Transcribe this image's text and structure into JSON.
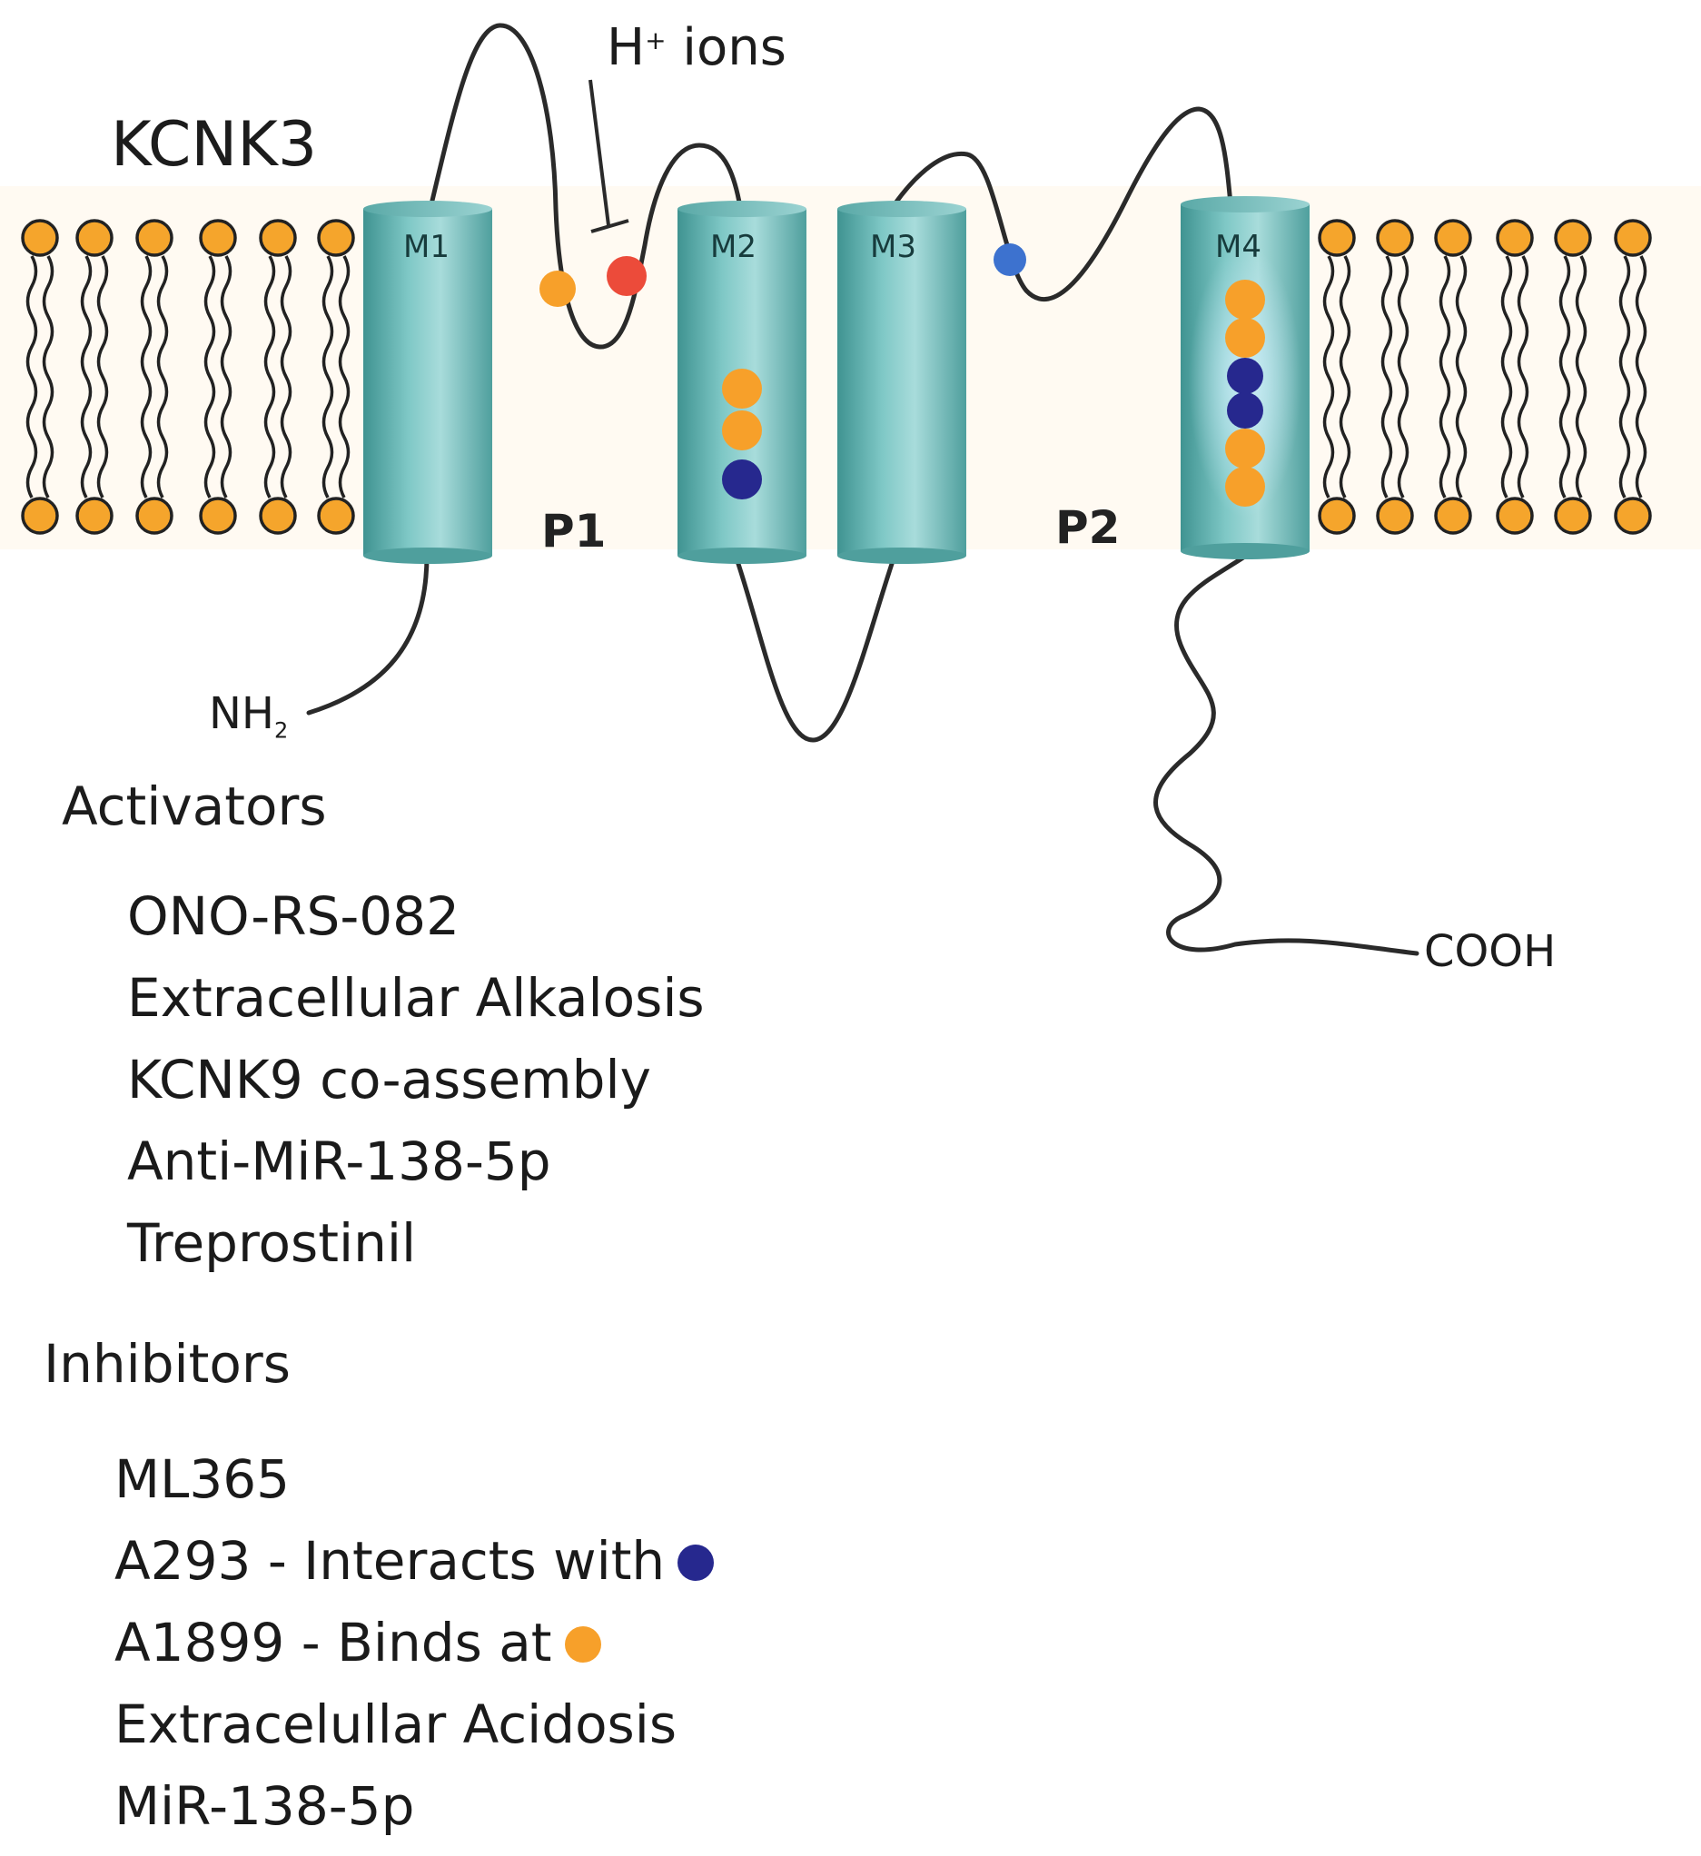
{
  "title": "KCNK3",
  "h_ions": {
    "label": "H",
    "superscript": "+",
    "suffix": " ions"
  },
  "segments": [
    "M1",
    "M2",
    "M3",
    "M4"
  ],
  "pore_loops": [
    "P1",
    "P2"
  ],
  "termini": {
    "n_terminus": "NH",
    "n_sub": "2",
    "c_terminus": "COOH"
  },
  "activators": {
    "heading": "Activators",
    "items": [
      "ONO-RS-082",
      "Extracellular Alkalosis",
      "KCNK9 co-assembly",
      "Anti-MiR-138-5p",
      "Treprostinil"
    ]
  },
  "inhibitors": {
    "heading": "Inhibitors",
    "items": [
      {
        "text": "ML365"
      },
      {
        "text": "A293 - Interacts with",
        "dot": "navy"
      },
      {
        "text": "A1899 - Binds at",
        "dot": "orange"
      },
      {
        "text": "Extracelullar Acidosis"
      },
      {
        "text": "MiR-138-5p"
      }
    ]
  },
  "colors": {
    "lipid_head": "#f5a52c",
    "helix": "#5fb6b4",
    "orange_site": "#f7a02a",
    "navy_site": "#26288e",
    "red_site": "#ec4b3a",
    "blue_site": "#3d72cf",
    "chain": "#2a2a2a"
  }
}
